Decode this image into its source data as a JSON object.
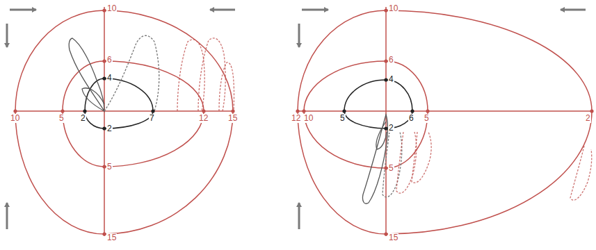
{
  "diagram": {
    "labels": [
      "10",
      "6",
      "10",
      "5",
      "12",
      "15",
      "5",
      "15",
      "4",
      "2",
      "2",
      "7",
      "10",
      "6",
      "12",
      "10",
      "5",
      "2",
      "5",
      "15",
      "4",
      "5",
      "6",
      "2"
    ]
  }
}
